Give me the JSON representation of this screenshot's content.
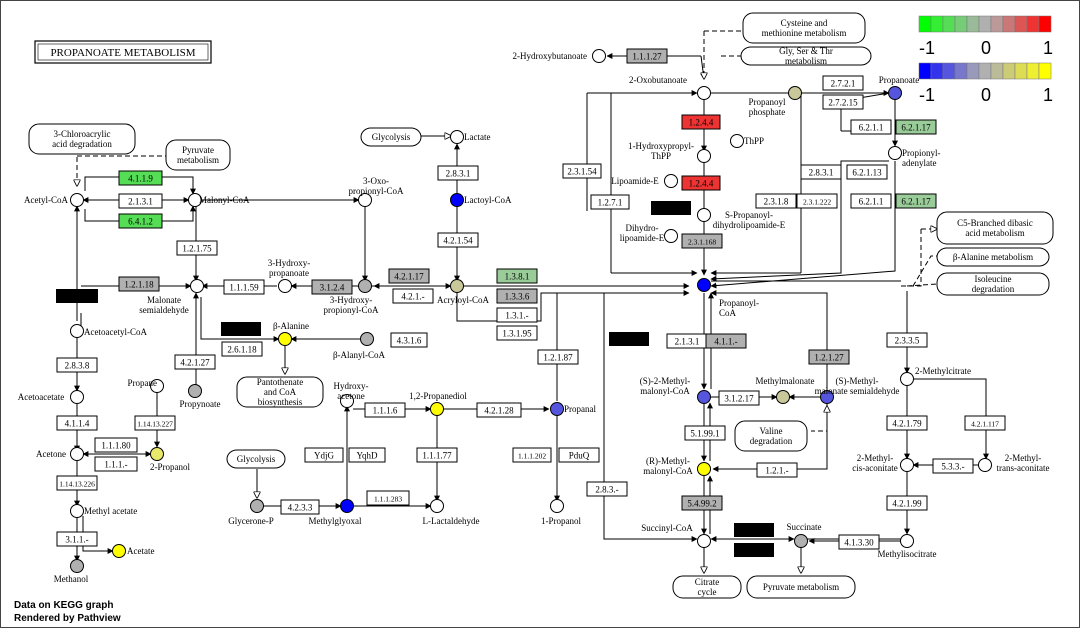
{
  "title": "PROPANOATE METABOLISM",
  "footer": {
    "line1": "Data on KEGG graph",
    "line2": "Rendered by Pathview"
  },
  "legend": {
    "gene": {
      "colors": [
        "#00ff00",
        "#33ee33",
        "#55dd55",
        "#77cc77",
        "#99bb99",
        "#b0b0b0",
        "#bb9999",
        "#cc7777",
        "#dd5555",
        "#ee3333",
        "#ff0000"
      ],
      "min": "-1",
      "mid": "0",
      "max": "1"
    },
    "compound": {
      "colors": [
        "#0000ff",
        "#3333ee",
        "#5555dd",
        "#7777cc",
        "#9999bb",
        "#b0b0b0",
        "#bbbb99",
        "#cccc77",
        "#dddd55",
        "#eeee33",
        "#ffff00"
      ],
      "min": "-1",
      "mid": "0",
      "max": "1"
    }
  },
  "compounds": [
    {
      "name": "Acetyl-CoA"
    },
    {
      "name": "Malonyl-CoA"
    },
    {
      "name": "3-Oxo-propionyl-CoA"
    },
    {
      "name": "Lactate"
    },
    {
      "name": "Lactoyl-CoA"
    },
    {
      "name": "3-Hydroxy-propanoate"
    },
    {
      "name": "Malonate semialdehyde"
    },
    {
      "name": "3-Hydroxy-propionyl-CoA"
    },
    {
      "name": "Acryloyl-CoA"
    },
    {
      "name": "Acetoacetyl-CoA"
    },
    {
      "name": "β-Alanine"
    },
    {
      "name": "β-Alanyl-CoA"
    },
    {
      "name": "Acetoacetate"
    },
    {
      "name": "Propane"
    },
    {
      "name": "Propynoate"
    },
    {
      "name": "Acetone"
    },
    {
      "name": "2-Propanol"
    },
    {
      "name": "Methyl acetate"
    },
    {
      "name": "Acetate"
    },
    {
      "name": "Methanol"
    },
    {
      "name": "Hydroxy-acetone"
    },
    {
      "name": "1,2-Propanediol"
    },
    {
      "name": "Propanal"
    },
    {
      "name": "Glycerone-P"
    },
    {
      "name": "Methylglyoxal"
    },
    {
      "name": "L-Lactaldehyde"
    },
    {
      "name": "1-Propanol"
    },
    {
      "name": "2-Hydroxybutanoate"
    },
    {
      "name": "2-Oxobutanoate"
    },
    {
      "name": "Propanoyl phosphate"
    },
    {
      "name": "Propanoate"
    },
    {
      "name": "1-Hydroxypropyl-ThPP"
    },
    {
      "name": "ThPP"
    },
    {
      "name": "Lipoamide-E"
    },
    {
      "name": "Dihydro-lipoamide-E"
    },
    {
      "name": "S-Propanoyl-dihydrolipoamide-E"
    },
    {
      "name": "Propionyl-adenylate"
    },
    {
      "name": "Propanoyl-CoA"
    },
    {
      "name": "(S)-2-Methyl-malonyl-CoA"
    },
    {
      "name": "Methylmalonate"
    },
    {
      "name": "(S)-Methyl-malonate semialdehyde"
    },
    {
      "name": "(R)-Methyl-malonyl-CoA"
    },
    {
      "name": "Succinyl-CoA"
    },
    {
      "name": "Succinate"
    },
    {
      "name": "2-Methylcitrate"
    },
    {
      "name": "2-Methyl-cis-aconitate"
    },
    {
      "name": "2-Methyl-trans-aconitate"
    },
    {
      "name": "Methylisocitrate"
    }
  ],
  "pathways": [
    {
      "name": "3-Chloroacrylic acid degradation"
    },
    {
      "name": "Pyruvate metabolism"
    },
    {
      "name": "Glycolysis"
    },
    {
      "name": "Pantothenate and CoA biosynthesis"
    },
    {
      "name": "Glycolysis"
    },
    {
      "name": "Cysteine and methionine metabolism"
    },
    {
      "name": "Gly, Ser & Thr metabolism"
    },
    {
      "name": "C5-Branched dibasic acid metabolism"
    },
    {
      "name": "β-Alanine metabolism"
    },
    {
      "name": "Isoleucine degradation"
    },
    {
      "name": "Valine degradation"
    },
    {
      "name": "Citrate cycle"
    },
    {
      "name": "Pyruvate metabolism"
    }
  ],
  "enzymes": [
    {
      "label": "4.1.1.9"
    },
    {
      "label": "2.1.3.1"
    },
    {
      "label": "6.4.1.2"
    },
    {
      "label": "1.2.1.75"
    },
    {
      "label": "1.2.1.18"
    },
    {
      "label": "1.1.1.59"
    },
    {
      "label": "3.1.2.4"
    },
    {
      "label": "4.2.1.17"
    },
    {
      "label": "4.2.1.-"
    },
    {
      "label": "1.3.8.1"
    },
    {
      "label": "1.3.3.6"
    },
    {
      "label": "1.3.1.-"
    },
    {
      "label": "1.3.1.95"
    },
    {
      "label": "2.8.3.1"
    },
    {
      "label": "4.2.1.54"
    },
    {
      "label": "2.6.1.18"
    },
    {
      "label": "4.3.1.6"
    },
    {
      "label": "2.8.3.8"
    },
    {
      "label": "4.1.1.4"
    },
    {
      "label": "4.2.1.27"
    },
    {
      "label": "1.14.13.227"
    },
    {
      "label": "1.1.1.80"
    },
    {
      "label": "1.1.1.-"
    },
    {
      "label": "1.14.13.226"
    },
    {
      "label": "3.1.1.-"
    },
    {
      "label": "1.1.1.6"
    },
    {
      "label": "4.2.1.28"
    },
    {
      "label": "YdjG"
    },
    {
      "label": "YqhD"
    },
    {
      "label": "1.1.1.77"
    },
    {
      "label": "1.1.1.283"
    },
    {
      "label": "4.2.3.3"
    },
    {
      "label": "1.2.1.87"
    },
    {
      "label": "1.1.1.202"
    },
    {
      "label": "PduQ"
    },
    {
      "label": "1.1.1.27"
    },
    {
      "label": "2.7.2.1"
    },
    {
      "label": "2.7.2.15"
    },
    {
      "label": "1.2.4.4"
    },
    {
      "label": "1.2.4.4"
    },
    {
      "label": "2.3.1.54"
    },
    {
      "label": "1.2.7.1"
    },
    {
      "label": "2.3.1.168"
    },
    {
      "label": "2.3.1.8"
    },
    {
      "label": "2.3.1.222"
    },
    {
      "label": "6.2.1.1"
    },
    {
      "label": "6.2.1.17"
    },
    {
      "label": "6.2.1.13"
    },
    {
      "label": "2.8.3.1"
    },
    {
      "label": "6.2.1.1"
    },
    {
      "label": "6.2.1.17"
    },
    {
      "label": "2.1.3.1"
    },
    {
      "label": "4.1.1.-"
    },
    {
      "label": "1.2.1.27"
    },
    {
      "label": "3.1.2.17"
    },
    {
      "label": "5.1.99.1"
    },
    {
      "label": "1.2.1.-"
    },
    {
      "label": "5.4.99.2"
    },
    {
      "label": "2.8.3.-"
    },
    {
      "label": "4.1.3.30"
    },
    {
      "label": "2.3.3.5"
    },
    {
      "label": "4.2.1.79"
    },
    {
      "label": "4.2.1.117"
    },
    {
      "label": "5.3.3.-"
    },
    {
      "label": "4.2.1.99"
    }
  ]
}
